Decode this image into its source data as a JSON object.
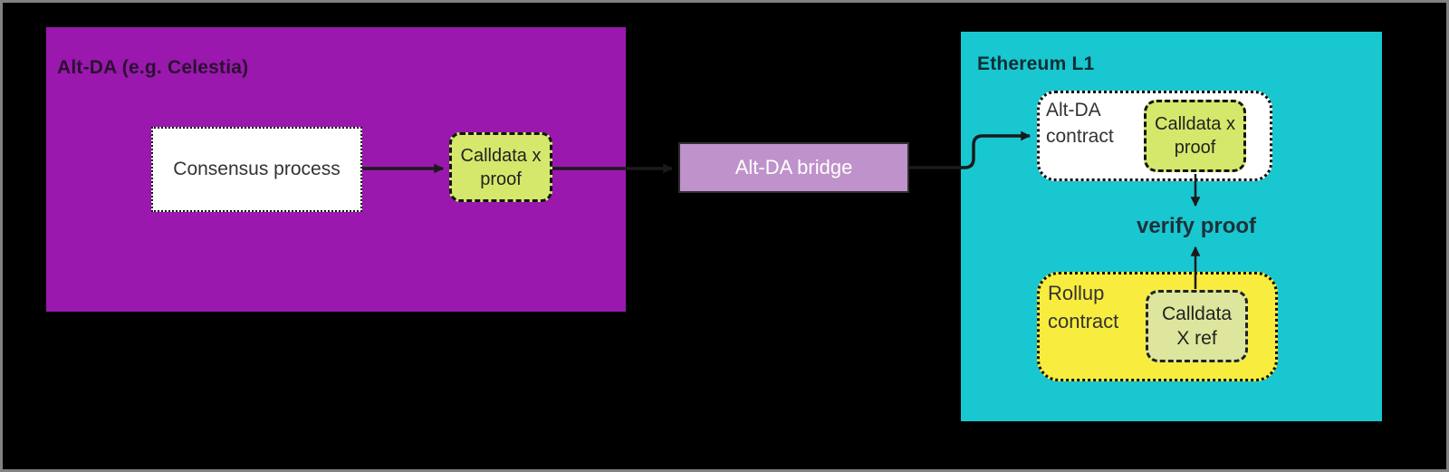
{
  "canvas": {
    "background": "#000000",
    "frame_border_color": "#828282"
  },
  "alt_da_group": {
    "title": "Alt-DA (e.g. Celestia)",
    "fill": "#9a18ae",
    "consensus_node": {
      "label": "Consensus process",
      "fill": "#ffffff"
    },
    "calldata_proof_node": {
      "label": "Calldata x proof",
      "fill": "#d5e86b"
    }
  },
  "bridge_node": {
    "label": "Alt-DA bridge",
    "fill": "#bf92cb",
    "text_color": "#ffffff"
  },
  "ethereum_group": {
    "title": "Ethereum L1",
    "fill": "#19c7d1",
    "alt_da_contract_node": {
      "label": "Alt-DA contract",
      "fill": "#ffffff"
    },
    "calldata_proof_node": {
      "label": "Calldata x proof",
      "fill": "#d5e86b"
    },
    "verify_proof_label": "verify proof",
    "rollup_contract_node": {
      "label": "Rollup contract",
      "fill": "#f8ed3e"
    },
    "calldata_ref_node": {
      "label": "Calldata X ref",
      "fill": "#dde69c"
    }
  },
  "edges": [
    {
      "from": "consensus-process",
      "to": "calldata-x-proof-altda",
      "style": "solid-arrow"
    },
    {
      "from": "calldata-x-proof-altda",
      "to": "alt-da-bridge",
      "style": "solid-arrow"
    },
    {
      "from": "alt-da-bridge",
      "to": "alt-da-contract",
      "style": "solid-arrow-elbow"
    },
    {
      "from": "calldata-x-proof-l1",
      "to": "verify-proof",
      "style": "solid-arrow-down"
    },
    {
      "from": "calldata-x-ref",
      "to": "verify-proof",
      "style": "solid-arrow-up"
    }
  ]
}
